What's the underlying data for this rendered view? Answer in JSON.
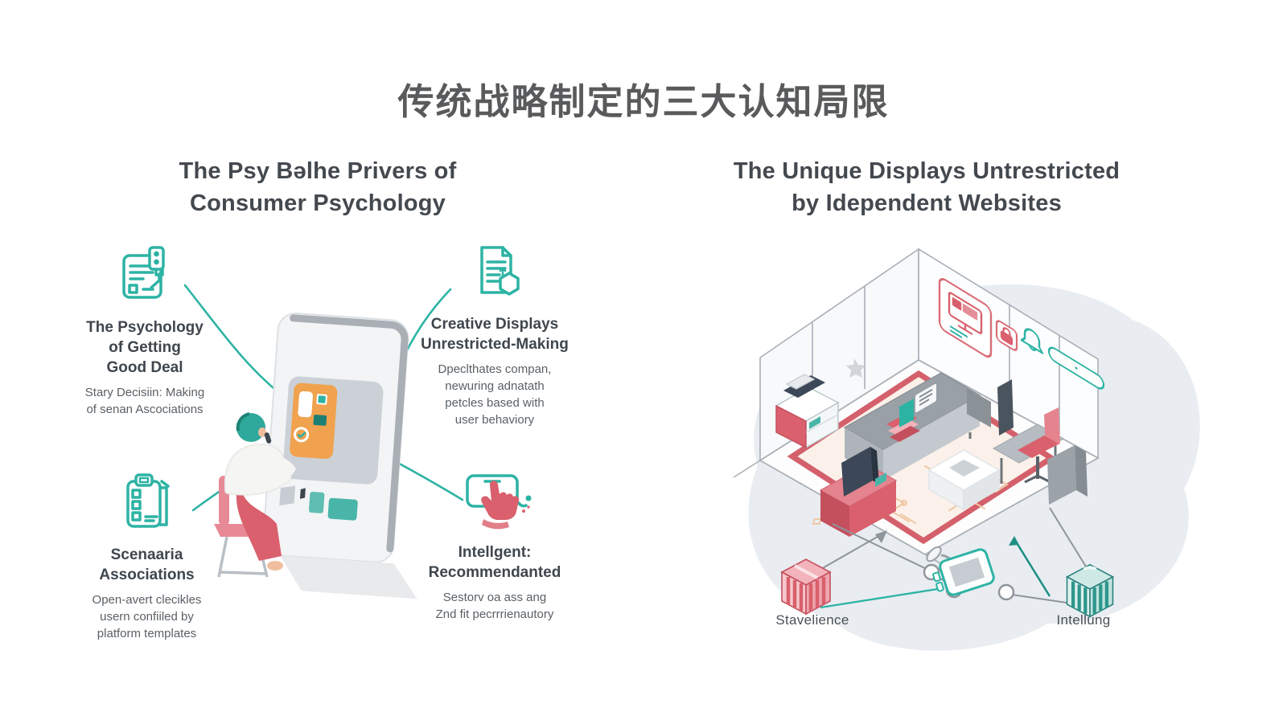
{
  "page": {
    "title": "传统战略制定的三大认知局限"
  },
  "colors": {
    "teal": "#2DB3A4",
    "red": "#D9606C",
    "heading": "#44494F",
    "body_text": "#5A6066",
    "blob": "#E9EDF2",
    "orange_card": "#F0A24E"
  },
  "left_panel": {
    "heading": "The Psy Bəlhe Privers of\nConsumer Psychology",
    "nodes": [
      {
        "icon": "receipt-tag-icon",
        "title": "The Psychology\nof Getting\nGood Deal",
        "subtitle": "Stary Decisiin: Making\nof senan Ascociations"
      },
      {
        "icon": "document-hexagon-icon",
        "title": "Creative Displays\nUnrestricted-Making",
        "subtitle": "Dpeclthates compan,\nnewuring adnatath\npetcles based with\nuser behaviory"
      },
      {
        "icon": "clipboard-checklist-icon",
        "title": "Scenaaria\nAssociations",
        "subtitle": "Open-avert clecikles\nusern confiiled by\nplatform templates"
      },
      {
        "icon": "touchscreen-hand-icon",
        "title": "Intellgent:\nRecommendanted",
        "subtitle": "Sestorv oa ass ang\nZnd fit pecrrrienautory"
      }
    ]
  },
  "right_panel": {
    "heading": "The Unique Displays Untrestricted\nby Idependent Websites",
    "labels": [
      {
        "text": "Stavelience"
      },
      {
        "text": "Intellung"
      }
    ]
  }
}
